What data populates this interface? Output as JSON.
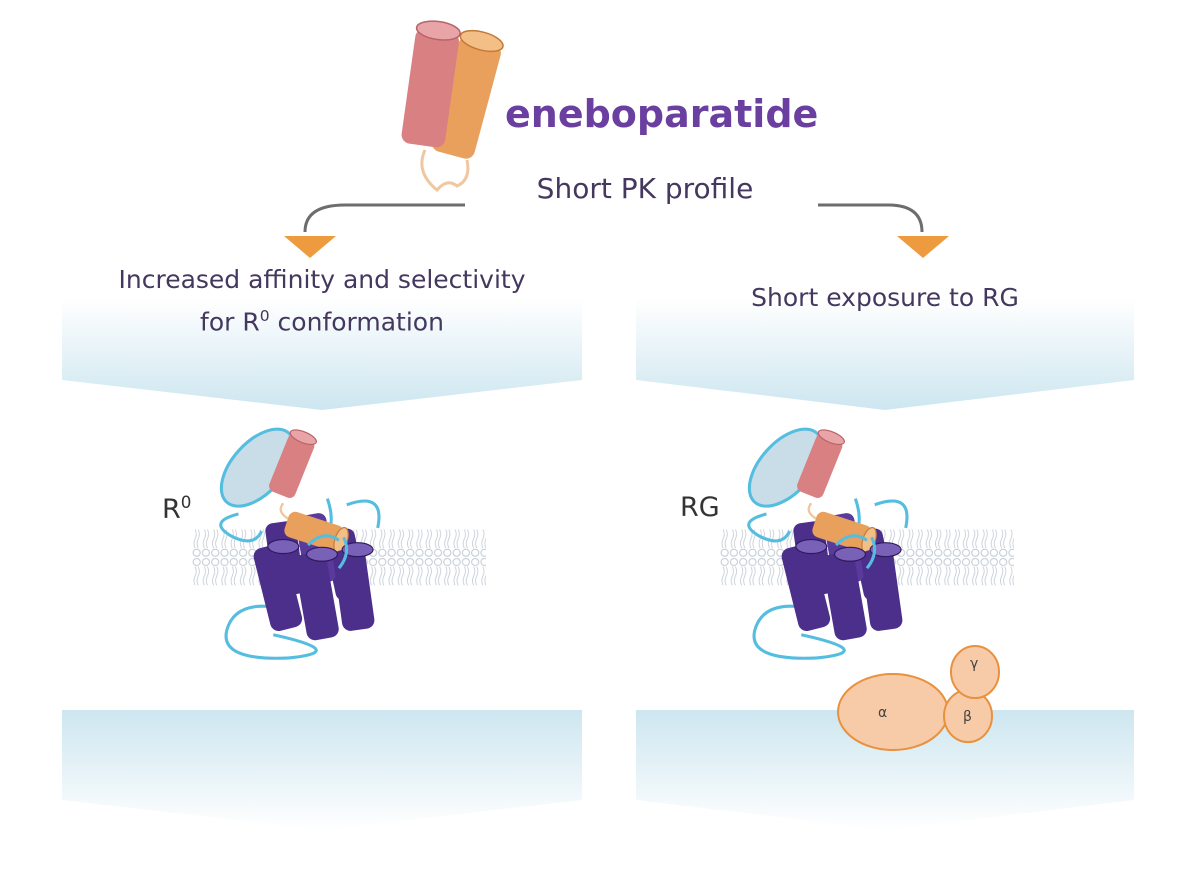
{
  "drug": {
    "name": "eneboparatide",
    "profile": "Short PK profile"
  },
  "left_panel": {
    "caption_line1": "Increased affinity and selectivity",
    "caption_line2_prefix": "for R",
    "caption_line2_sup": "0",
    "caption_line2_suffix": " conformation",
    "state_base": "R",
    "state_sup": "0"
  },
  "right_panel": {
    "caption": "Short exposure to RG",
    "state": "RG",
    "g_protein_labels": {
      "alpha": "α",
      "beta": "β",
      "gamma": "γ"
    }
  },
  "colors": {
    "peptide_pink": "#d98083",
    "peptide_orange": "#e8a05c",
    "receptor_purple": "#4b2f8a",
    "loop_blue": "#55bde0",
    "arrow_orange": "#ee9a3e",
    "arrow_grey": "#6d6d6d",
    "panel_fade": "#cfe8f1",
    "g_protein_fill": "#f8cba8",
    "text_purple": "#6a3fa0"
  }
}
